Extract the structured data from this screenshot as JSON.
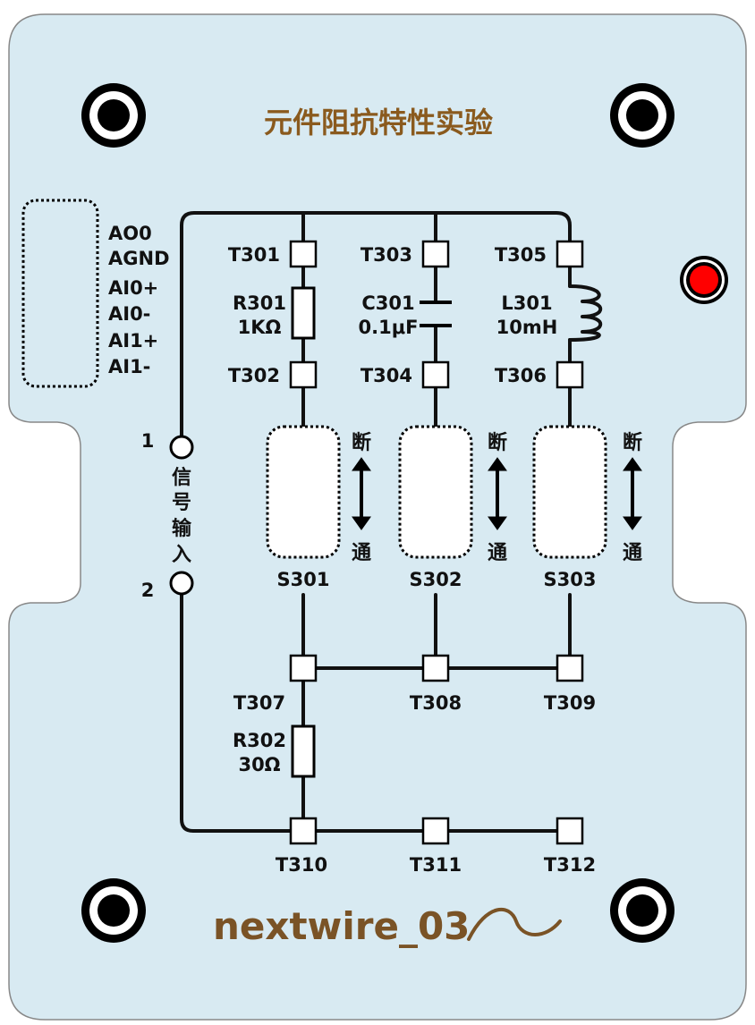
{
  "title": "元件阻抗特性实验",
  "brand": "nextwire_03",
  "colors": {
    "board": "#d8eaf2",
    "title": "#8a5a1e",
    "brand": "#7a5326",
    "wire": "#111111",
    "led": "#ff0000"
  },
  "connector_labels": [
    "AO0",
    "AGND",
    "AI0+",
    "AI0-",
    "AI1+",
    "AI1-"
  ],
  "signal_input": {
    "pin1": "1",
    "pin2": "2",
    "chars": [
      "信",
      "号",
      "输",
      "入"
    ]
  },
  "terminals": {
    "T301": "T301",
    "T302": "T302",
    "T303": "T303",
    "T304": "T304",
    "T305": "T305",
    "T306": "T306",
    "T307": "T307",
    "T308": "T308",
    "T309": "T309",
    "T310": "T310",
    "T311": "T311",
    "T312": "T312"
  },
  "components": {
    "R301": {
      "name": "R301",
      "value": "1KΩ"
    },
    "C301": {
      "name": "C301",
      "value": "0.1μF"
    },
    "L301": {
      "name": "L301",
      "value": "10mH"
    },
    "R302": {
      "name": "R302",
      "value": "30Ω"
    }
  },
  "switches": {
    "S301": "S301",
    "S302": "S302",
    "S303": "S303",
    "off": "断",
    "on": "通"
  }
}
